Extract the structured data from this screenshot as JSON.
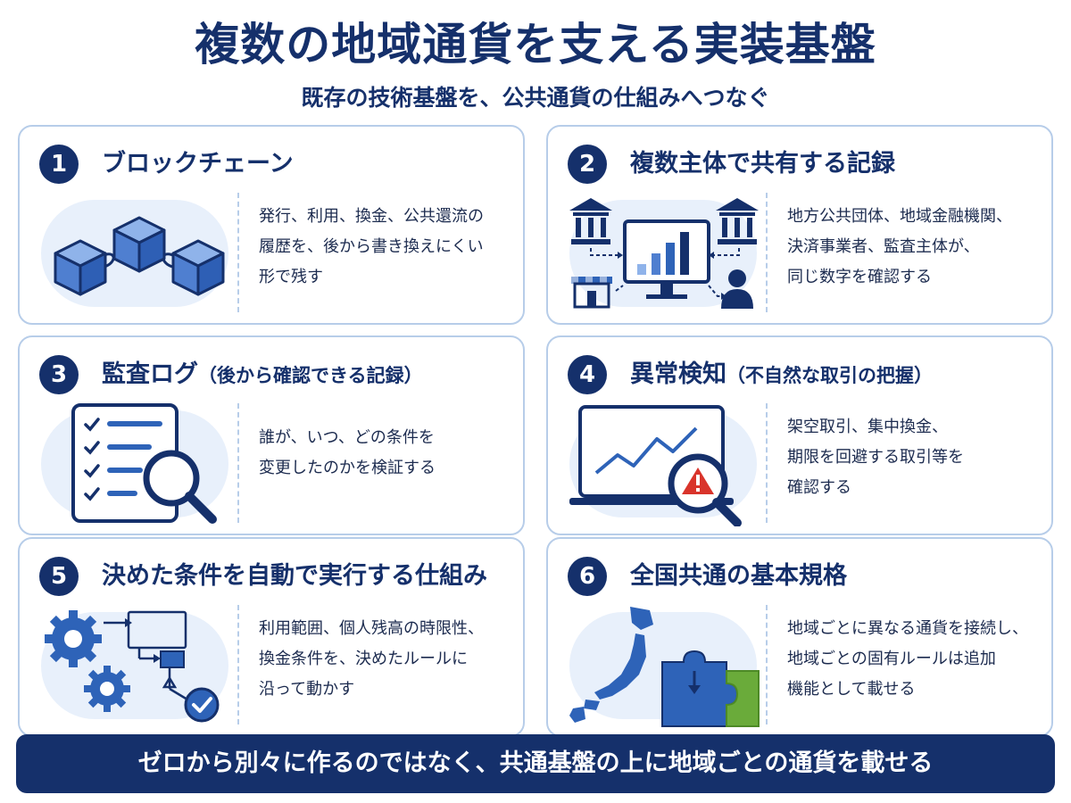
{
  "title": "複数の地域通貨を支える実装基盤",
  "subtitle": "既存の技術基盤を、公共通貨の仕組みへつなぐ",
  "colors": {
    "navy": "#15306b",
    "accent_blue": "#2e63b8",
    "light_blue": "#e8f0fb",
    "border": "#b7cde9",
    "green": "#6aab3a",
    "alert_red": "#d9342b"
  },
  "cards": [
    {
      "number": "1",
      "heading": "ブロックチェーン",
      "heading_paren": "",
      "lines": [
        "発行、利用、換金、公共還流の",
        "履歴を、後から書き換えにくい",
        "形で残す"
      ],
      "icon": "blockchain-cubes-icon"
    },
    {
      "number": "2",
      "heading": "複数主体で共有する記録",
      "heading_paren": "",
      "lines": [
        "地方公共団体、地域金融機関、",
        "決済事業者、監査主体が、",
        "同じ数字を確認する"
      ],
      "icon": "shared-ledger-icon"
    },
    {
      "number": "3",
      "heading": "監査ログ",
      "heading_paren": "（後から確認できる記録）",
      "lines": [
        "誰が、いつ、どの条件を",
        "変更したのかを検証する"
      ],
      "icon": "audit-checklist-magnifier-icon"
    },
    {
      "number": "4",
      "heading": "異常検知",
      "heading_paren": "（不自然な取引の把握）",
      "lines": [
        "架空取引、集中換金、",
        "期限を回避する取引等を",
        "確認する"
      ],
      "icon": "anomaly-alert-icon"
    },
    {
      "number": "5",
      "heading": "決めた条件を自動で実行する仕組み",
      "heading_paren": "",
      "lines": [
        "利用範囲、個人残高の時限性、",
        "換金条件を、決めたルールに",
        "沿って動かす"
      ],
      "icon": "gears-flow-icon"
    },
    {
      "number": "6",
      "heading": "全国共通の基本規格",
      "heading_paren": "",
      "lines": [
        "地域ごとに異なる通貨を接続し、",
        "地域ごとの固有ルールは追加",
        "機能として載せる"
      ],
      "icon": "japan-puzzle-icon"
    }
  ],
  "banner": "ゼロから別々に作るのではなく、共通基盤の上に地域ごとの通貨を載せる"
}
